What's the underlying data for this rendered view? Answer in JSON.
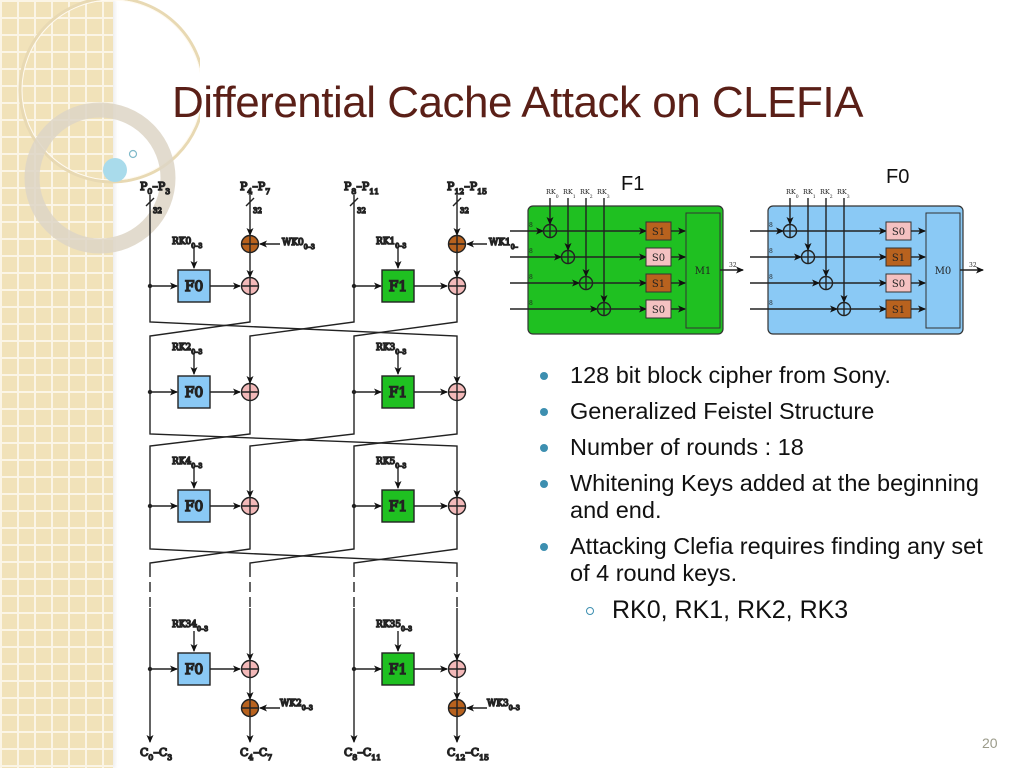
{
  "slide": {
    "title": "Differential Cache Attack on CLEFIA",
    "page_number": "20"
  },
  "colors": {
    "title": "#5a1f17",
    "f0_fill": "#8ac9f5",
    "f1_fill": "#1fc021",
    "whitening_xor": "#b8621e",
    "round_xor": "#f3b9b9",
    "s0_fill": "#f4c1c1",
    "s1_fill": "#b8621e",
    "bullet": "#3d8fb0"
  },
  "bullets": [
    {
      "text": "128 bit block cipher from Sony."
    },
    {
      "text": "Generalized Feistel Structure"
    },
    {
      "text": "Number of rounds : 18"
    },
    {
      "text": "Whitening Keys added at the beginning and end."
    },
    {
      "text": "Attacking Clefia requires finding any set of 4 round keys."
    }
  ],
  "sub_bullets": [
    {
      "text": "RK0, RK1, RK2, RK3"
    }
  ],
  "feistel": {
    "inputs": [
      {
        "main": "P",
        "sub_start": "0",
        "dash": "–P",
        "sub_end": "3"
      },
      {
        "main": "P",
        "sub_start": "4",
        "dash": "–P",
        "sub_end": "7"
      },
      {
        "main": "P",
        "sub_start": "8",
        "dash": "–P",
        "sub_end": "11"
      },
      {
        "main": "P",
        "sub_start": "12",
        "dash": "–P",
        "sub_end": "15"
      }
    ],
    "outputs": [
      {
        "main": "C",
        "sub_start": "0",
        "dash": "–C",
        "sub_end": "3"
      },
      {
        "main": "C",
        "sub_start": "4",
        "dash": "–C",
        "sub_end": "7"
      },
      {
        "main": "C",
        "sub_start": "8",
        "dash": "–C",
        "sub_end": "11"
      },
      {
        "main": "C",
        "sub_start": "12",
        "dash": "–C",
        "sub_end": "15"
      }
    ],
    "bus_width": "32",
    "whitening_keys": {
      "wk0": {
        "name": "WK0",
        "sub": "0–3"
      },
      "wk1": {
        "name": "WK1",
        "sub": "0–"
      },
      "wk2": {
        "name": "WK2",
        "sub": "0–3"
      },
      "wk3": {
        "name": "WK3",
        "sub": "0–3"
      }
    },
    "rounds": [
      {
        "left_key": "RK0",
        "right_key": "RK1",
        "sub": "0–3",
        "left_f": "F0",
        "right_f": "F1"
      },
      {
        "left_key": "RK2",
        "right_key": "RK3",
        "sub": "0–3",
        "left_f": "F0",
        "right_f": "F1"
      },
      {
        "left_key": "RK4",
        "right_key": "RK5",
        "sub": "0–3",
        "left_f": "F0",
        "right_f": "F1"
      },
      {
        "left_key": "RK34",
        "right_key": "RK35",
        "sub": "0–3",
        "left_f": "F0",
        "right_f": "F1"
      }
    ]
  },
  "f_functions": {
    "f1": {
      "title": "F1",
      "keys": [
        "RK",
        "RK",
        "RK",
        "RK"
      ],
      "key_subs": [
        "0",
        "1",
        "2",
        "3"
      ],
      "sboxes": [
        "S1",
        "S0",
        "S1",
        "S0"
      ],
      "mixer": "M1",
      "byte_width": "8",
      "out_width": "32"
    },
    "f0": {
      "title": "F0",
      "keys": [
        "RK",
        "RK",
        "RK",
        "RK"
      ],
      "key_subs": [
        "0",
        "1",
        "2",
        "3"
      ],
      "sboxes": [
        "S0",
        "S1",
        "S0",
        "S1"
      ],
      "mixer": "M0",
      "byte_width": "8",
      "out_width": "32"
    }
  }
}
